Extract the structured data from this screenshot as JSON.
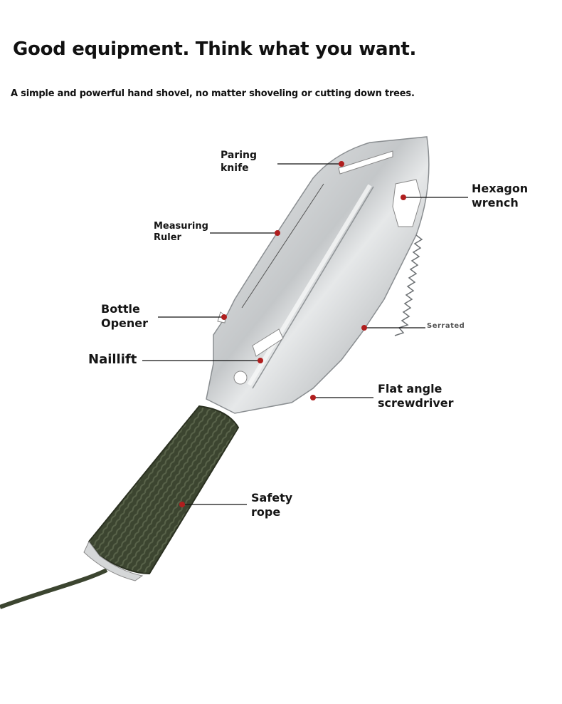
{
  "header": {
    "title": "Good equipment. Think what you want.",
    "subtitle": "A simple and powerful hand shovel, no matter shoveling or cutting down trees."
  },
  "callouts": [
    {
      "id": "paring-knife",
      "lines": [
        "Paring",
        "knife"
      ]
    },
    {
      "id": "hexagon-wrench",
      "lines": [
        "Hexagon",
        "wrench"
      ]
    },
    {
      "id": "measuring-ruler",
      "lines": [
        "Measuring",
        "Ruler"
      ]
    },
    {
      "id": "bottle-opener",
      "lines": [
        "Bottle",
        "Opener"
      ]
    },
    {
      "id": "serrated",
      "lines": [
        "Serrated"
      ]
    },
    {
      "id": "naillift",
      "lines": [
        "Naillift"
      ]
    },
    {
      "id": "flat-angle-screwdriver",
      "lines": [
        "Flat angle",
        "screwdriver"
      ]
    },
    {
      "id": "safety-rope",
      "lines": [
        "Safety",
        "rope"
      ]
    }
  ],
  "colors": {
    "marker": "#b01e1e",
    "blade": "#c9cbcd",
    "rope": "#3c4530"
  }
}
